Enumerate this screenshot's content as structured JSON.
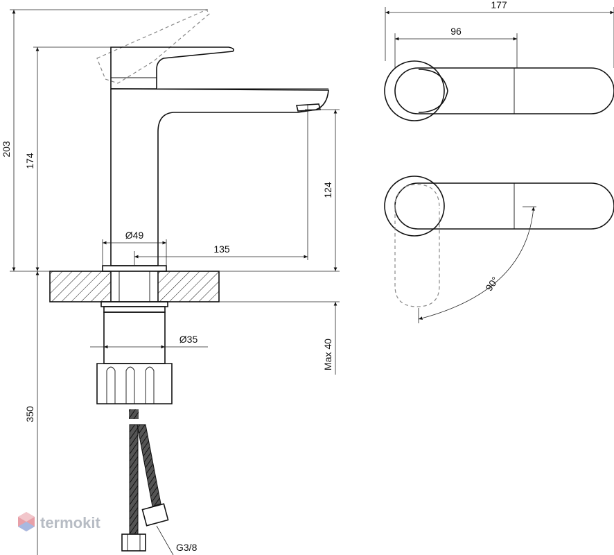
{
  "dimensions": {
    "total_height": "203",
    "body_height": "174",
    "spout_height": "124",
    "base_diameter": "Ø49",
    "spout_reach": "135",
    "shank_diameter": "Ø35",
    "max_thickness": "Max 40",
    "hose_length": "350",
    "connection": "G3/8",
    "top_total_length": "177",
    "top_handle_length": "96",
    "rotation_angle": "90°"
  },
  "watermark": {
    "text": "termokit"
  },
  "colors": {
    "line": "#111111",
    "hidden": "#888888",
    "watermark": "#b7bcc4",
    "watermark_logo_top": "#e8a0a8",
    "watermark_logo_bottom": "#a8b8e0"
  }
}
